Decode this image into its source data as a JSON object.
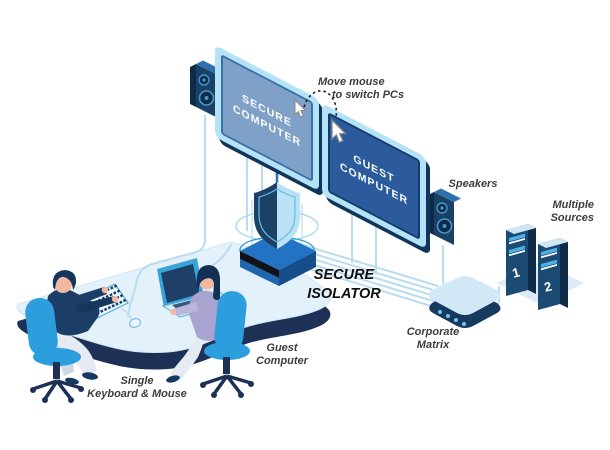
{
  "monitors": {
    "secure": {
      "line1": "SECURE",
      "line2": "COMPUTER"
    },
    "guest": {
      "line1": "GUEST",
      "line2": "COMPUTER"
    }
  },
  "annotations": {
    "switch_note": {
      "line1": "Move mouse",
      "line2": "to switch PCs"
    },
    "speakers": "Speakers",
    "multiple_sources": {
      "line1": "Multiple",
      "line2": "Sources"
    },
    "secure_isolator": {
      "line1": "SECURE",
      "line2": "ISOLATOR"
    },
    "corporate_matrix": {
      "line1": "Corporate",
      "line2": "Matrix"
    },
    "guest_computer": {
      "line1": "Guest",
      "line2": "Computer"
    },
    "single_kbm": {
      "line1": "Single",
      "line2": "Keyboard & Mouse"
    }
  },
  "towers": {
    "tower1": "1",
    "tower2": "2"
  },
  "colors": {
    "accent_blue": "#2d9edd",
    "navy": "#16395f",
    "bezel_blue": "#b4e2f6",
    "secure_screen": "#7fa0c7",
    "guest_screen": "#2b5b9c",
    "line_blue": "#b9dcef",
    "desk_top": "#e3f1fb",
    "desk_front": "#1d3156",
    "isolator_base": "#2273c4",
    "shield_light": "#b9e2f4",
    "lavender": "#a9a3d0",
    "label_gray": "#3d3d3d",
    "skin": "#f2b9a0"
  }
}
